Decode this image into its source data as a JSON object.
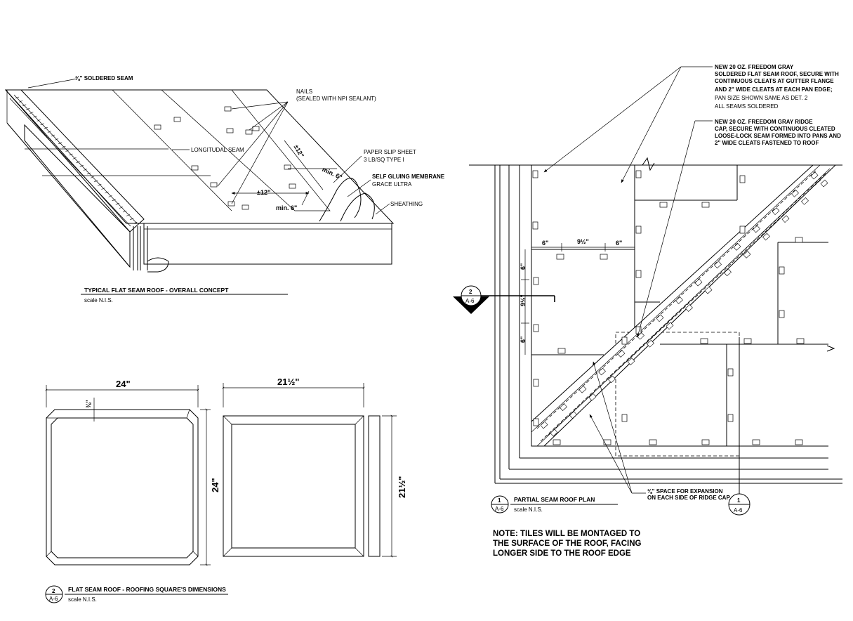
{
  "detail_overall": {
    "labels": {
      "soldered_seam": "⅜\" SOLDERED SEAM",
      "nails_1": "NAILS",
      "nails_2": "(SEALED WITH NPI SEALANT)",
      "longitudinal_seam": "LONGITUDAL SEAM",
      "paper_slip_1": "PAPER SLIP SHEET",
      "paper_slip_2": "3 LB/SQ TYPE I",
      "membrane_1": "SELF GLUING MEMBRANE",
      "membrane_2": "GRACE ULTRA",
      "sheathing": "SHEATHING"
    },
    "dims": {
      "d12a": "±12\"",
      "d12b": "±12\"",
      "min6a": "min. 6\"",
      "min6b": "min. 6\""
    },
    "title": "TYPICAL FLAT SEAM ROOF - OVERALL CONCEPT",
    "scale": "scale N.I.S."
  },
  "detail_squares": {
    "dim_width_left": "24\"",
    "dim_height_left": "24\"",
    "dim_small": "⅜\"",
    "dim_width_right": "21½\"",
    "dim_height_right": "21½\"",
    "title": "FLAT SEAM ROOF - ROOFING SQUARE'S DIMENSIONS",
    "scale": "scale N.I.S.",
    "bubble_num": "2",
    "bubble_sheet": "A-6"
  },
  "detail_plan": {
    "callout_pans": [
      "NEW 20 OZ. FREEDOM GRAY",
      "SOLDERED FLAT SEAM ROOF, SECURE WITH",
      "CONTINUOUS CLEATS AT GUTTER FLANGE",
      "AND 2\" WIDE CLEATS AT EACH PAN EDGE;",
      "PAN SIZE SHOWN SAME AS DET. 2",
      "ALL SEAMS SOLDERED"
    ],
    "callout_ridge": [
      "NEW 20 OZ. FREEDOM GRAY RIDGE",
      "CAP, SECURE WITH CONTINUOUS CLEATED",
      "LOOSE-LOCK SEAM FORMED INTO PANS AND",
      "2\" WIDE CLEATS FASTENED TO ROOF"
    ],
    "dims": {
      "d6a": "6\"",
      "d9": "9½\"",
      "d6b": "6\"",
      "v6a": "6\"",
      "v9": "9½\"",
      "v6b": "6\""
    },
    "expansion_1": "⅜\" SPACE FOR EXPANSION",
    "expansion_2": "ON EACH SIDE OF RIDGE CAP",
    "section_num": "2",
    "section_sheet": "A-6",
    "bottom_bubble_num": "1",
    "bottom_bubble_sheet": "A-6",
    "title": "PARTIAL SEAM ROOF PLAN",
    "scale": "scale N.I.S.",
    "title_bubble_num": "1",
    "title_bubble_sheet": "A-6"
  },
  "note": [
    "NOTE: TILES WILL BE MONTAGED TO",
    "THE SURFACE OF THE ROOF, FACING",
    "LONGER SIDE TO THE ROOF EDGE"
  ]
}
